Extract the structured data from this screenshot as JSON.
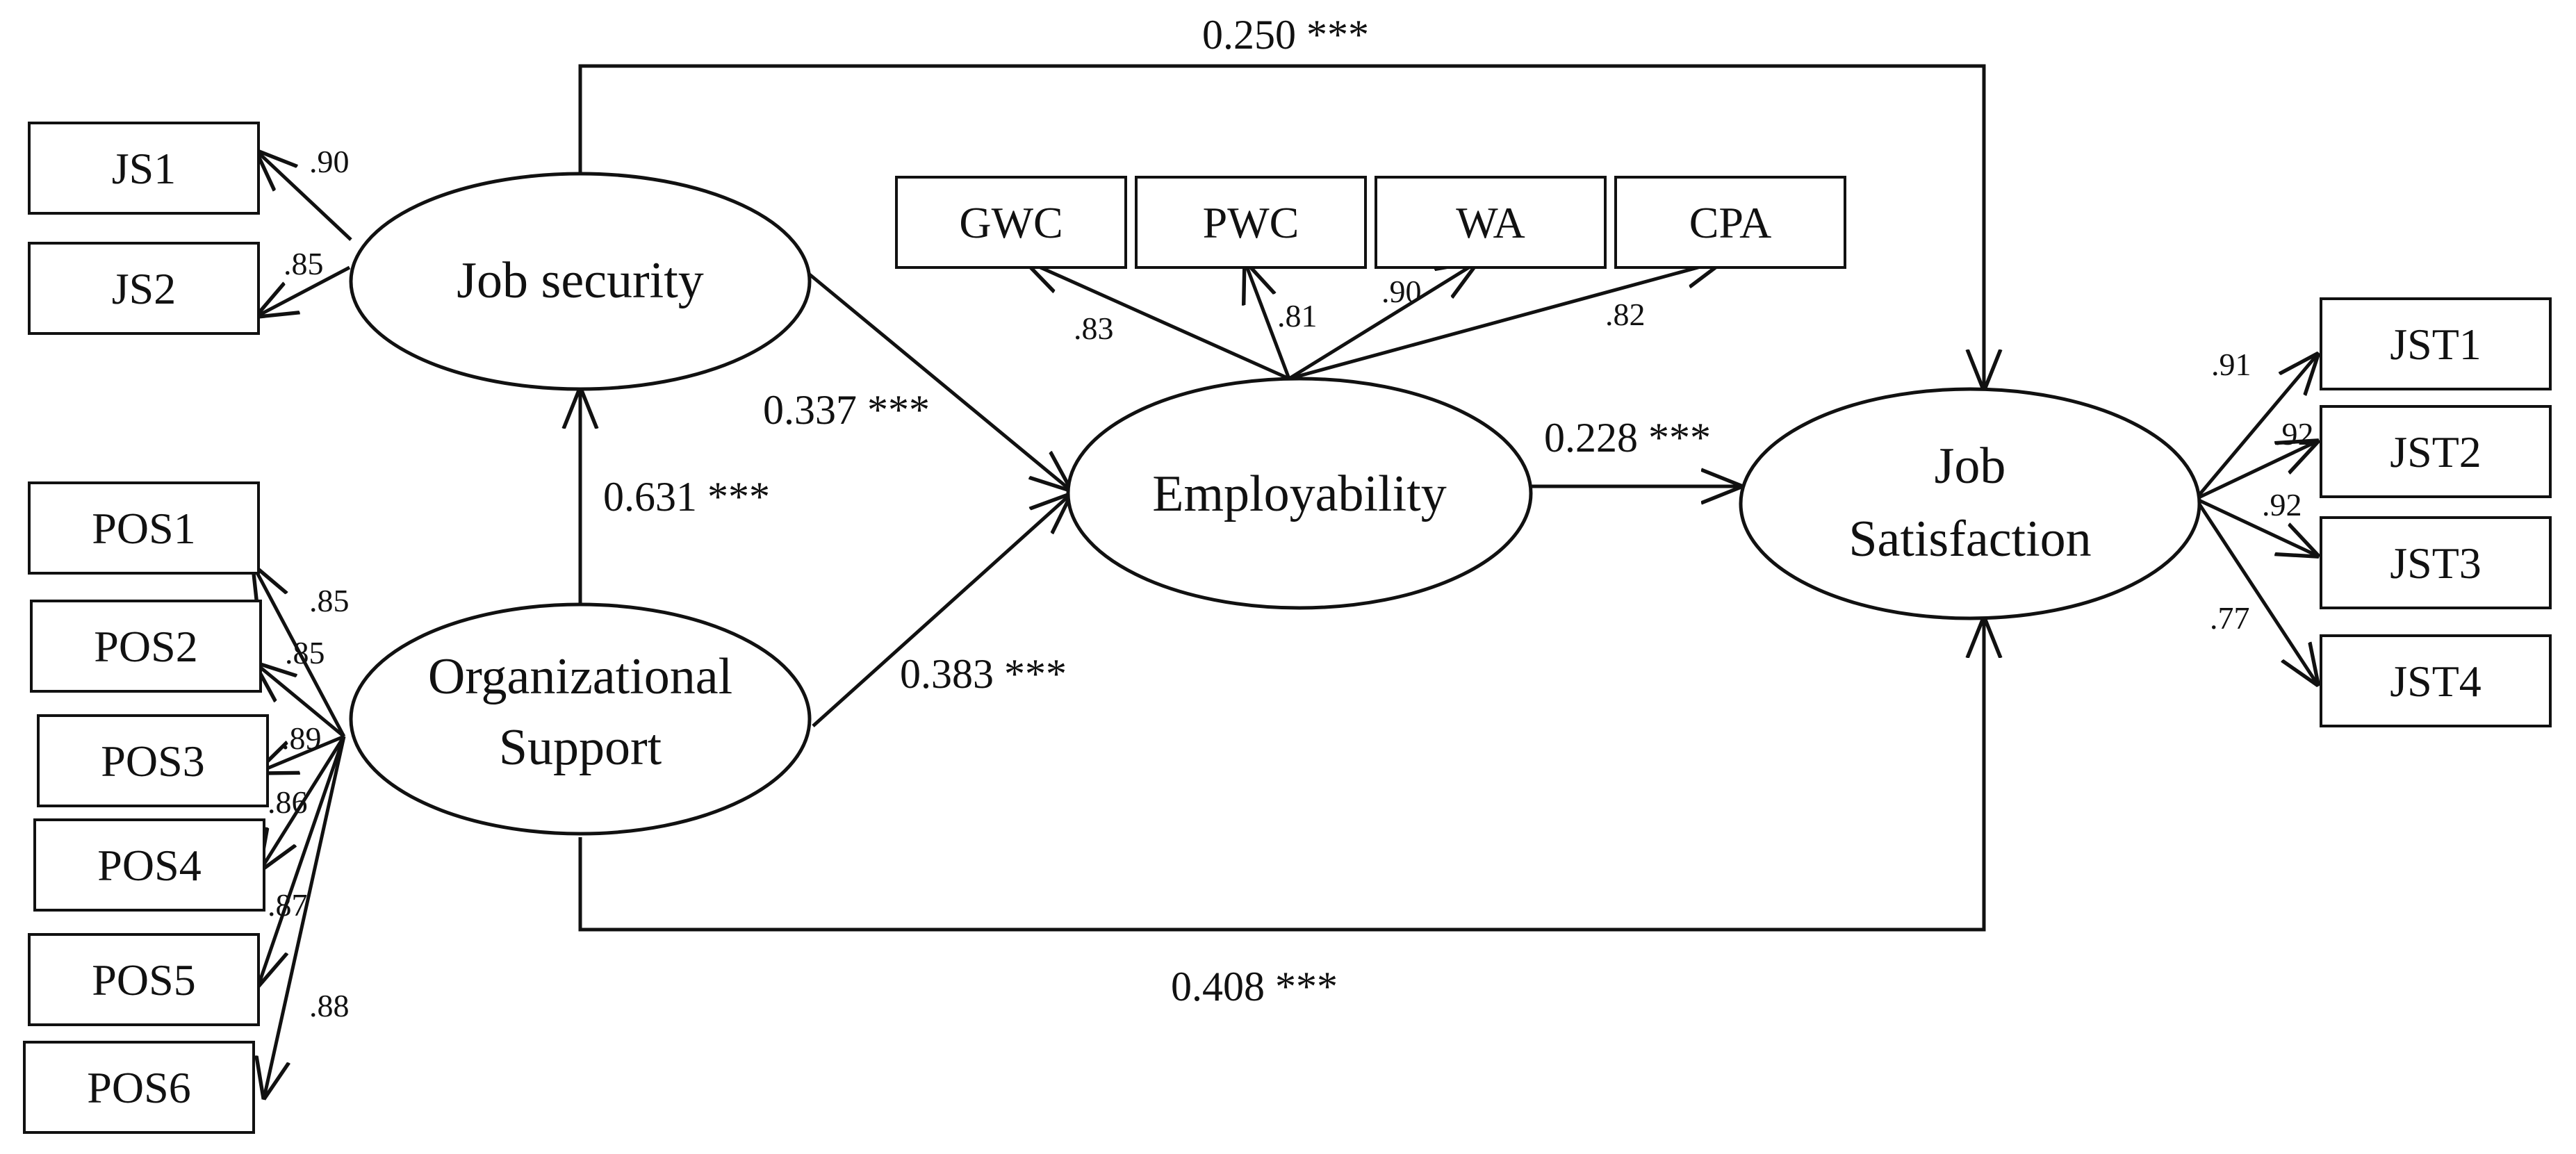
{
  "latents": {
    "job_security": "Job security",
    "organizational_support_line1": "Organizational",
    "organizational_support_line2": "Support",
    "employability": "Employability",
    "job_satisfaction_line1": "Job",
    "job_satisfaction_line2": "Satisfaction"
  },
  "indicators": {
    "js": [
      "JS1",
      "JS2"
    ],
    "pos": [
      "POS1",
      "POS2",
      "POS3",
      "POS4",
      "POS5",
      "POS6"
    ],
    "emp": [
      "GWC",
      "PWC",
      "WA",
      "CPA"
    ],
    "jst": [
      "JST1",
      "JST2",
      "JST3",
      "JST4"
    ]
  },
  "loadings": {
    "js": [
      ".90",
      ".85"
    ],
    "pos": [
      ".85",
      ".85",
      ".89",
      ".86",
      ".87",
      ".88"
    ],
    "emp": [
      ".83",
      ".81",
      ".90",
      ".82"
    ],
    "jst": [
      ".91",
      ".92",
      ".92",
      ".77"
    ]
  },
  "paths": {
    "js_to_jsat": "0.250 ***",
    "js_to_emp": "0.337 ***",
    "os_to_js": "0.631 ***",
    "os_to_emp": "0.383 ***",
    "emp_to_jsat": "0.228 ***",
    "os_to_jsat": "0.408 ***"
  }
}
